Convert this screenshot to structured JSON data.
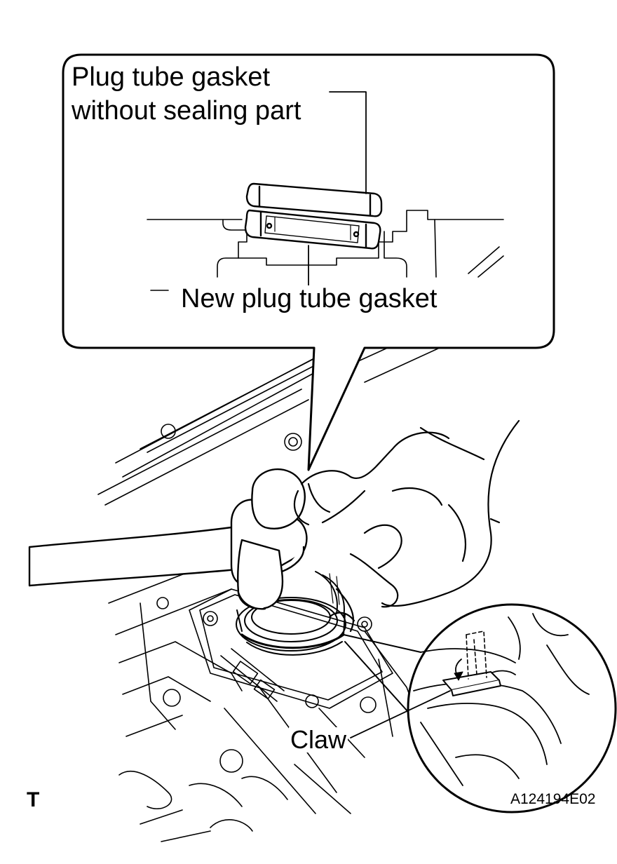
{
  "labels": {
    "plug_tube_gasket_line1": "Plug tube gasket",
    "plug_tube_gasket_line2": "without sealing part",
    "new_plug_tube_gasket": "New plug tube gasket",
    "claw": "Claw",
    "corner_mark": "T",
    "figure_id": "A124194E02"
  }
}
